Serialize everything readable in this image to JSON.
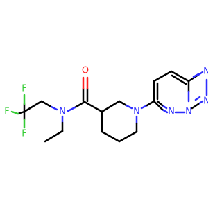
{
  "molecule": {
    "atoms": {
      "o_carbonyl": {
        "label": "O",
        "element": "O",
        "color": "#ff1f1f"
      },
      "n_amide": {
        "label": "N",
        "element": "N",
        "color": "#2d2dff"
      },
      "n_piperidine": {
        "label": "N",
        "element": "N",
        "color": "#2d2dff"
      },
      "n_triazole_a": {
        "label": "N",
        "element": "N",
        "color": "#2d2dff"
      },
      "n_triazole_b": {
        "label": "N",
        "element": "N",
        "color": "#2d2dff"
      },
      "n_pyridazine": {
        "label": "N",
        "element": "N",
        "color": "#2d2dff"
      },
      "n_bridge": {
        "label": "N",
        "element": "N",
        "color": "#2d2dff"
      },
      "f_top": {
        "label": "F",
        "element": "F",
        "color": "#33cc33"
      },
      "f_left": {
        "label": "F",
        "element": "F",
        "color": "#33cc33"
      },
      "f_bottom": {
        "label": "F",
        "element": "F",
        "color": "#33cc33"
      }
    },
    "bond_color": "#000000"
  }
}
